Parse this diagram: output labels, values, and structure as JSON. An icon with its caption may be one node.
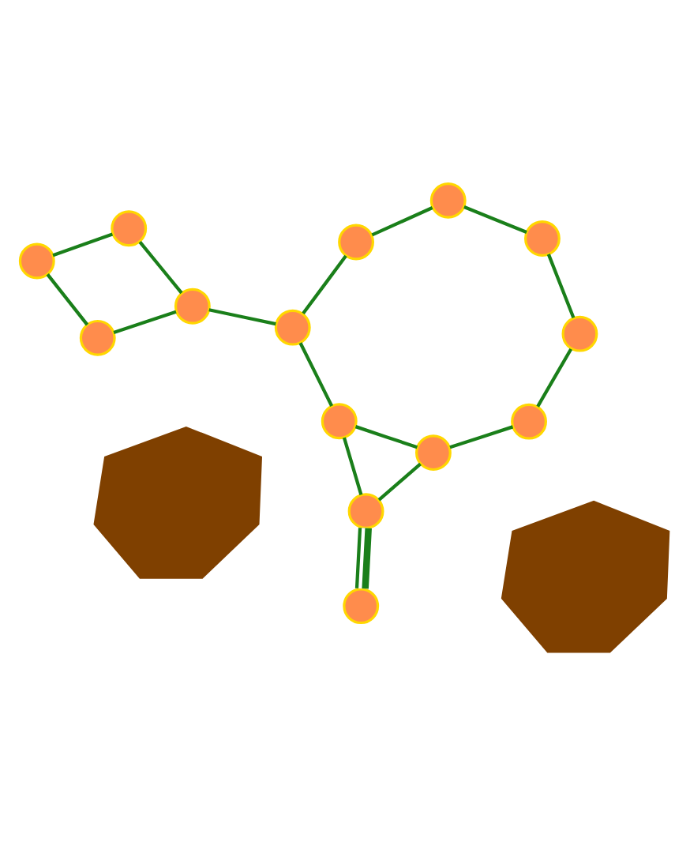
{
  "diagram": {
    "nodes": [
      {
        "text": [],
        "shape": "circle"
      },
      {
        "text": [],
        "shape": "circle"
      },
      {
        "text": [],
        "shape": "polygon"
      },
      {
        "text": [],
        "shape": "circle"
      },
      {
        "text": [],
        "shape": "circle"
      },
      {
        "text": [],
        "shape": "circle"
      },
      {
        "text": [],
        "shape": "circle"
      },
      {
        "text": [],
        "shape": "circle"
      },
      {
        "text": [],
        "shape": "circle"
      },
      {
        "text": [],
        "shape": "circle"
      },
      {
        "text": [],
        "shape": "circle"
      },
      {
        "text": [],
        "shape": "polygon"
      },
      {
        "text": [],
        "shape": "circle"
      },
      {
        "text": [],
        "shape": "circle"
      },
      {
        "text": [],
        "shape": "circle"
      },
      {
        "text": [],
        "shape": "circle"
      }
    ],
    "edges": [
      {
        "from": 1,
        "to": 0,
        "arrow": "none"
      },
      {
        "from": 0,
        "to": 3,
        "arrow": "none"
      },
      {
        "from": 1,
        "to": 4,
        "arrow": "none"
      },
      {
        "from": 4,
        "to": 3,
        "arrow": "none"
      },
      {
        "from": 3,
        "to": 6,
        "arrow": "none"
      },
      {
        "from": 6,
        "to": 8,
        "arrow": "none"
      },
      {
        "from": 8,
        "to": 7,
        "arrow": "none"
      },
      {
        "from": 7,
        "to": 5,
        "arrow": "none",
        "style": "thick"
      },
      {
        "from": 7,
        "to": 10,
        "arrow": "none"
      },
      {
        "from": 8,
        "to": 10,
        "arrow": "none"
      },
      {
        "from": 6,
        "to": 9,
        "arrow": "none"
      },
      {
        "from": 9,
        "to": 14,
        "arrow": "none"
      },
      {
        "from": 14,
        "to": 12,
        "arrow": "none"
      },
      {
        "from": 12,
        "to": 15,
        "arrow": "none"
      },
      {
        "from": 15,
        "to": 13,
        "arrow": "none"
      },
      {
        "from": 13,
        "to": 10,
        "arrow": "none"
      }
    ]
  }
}
